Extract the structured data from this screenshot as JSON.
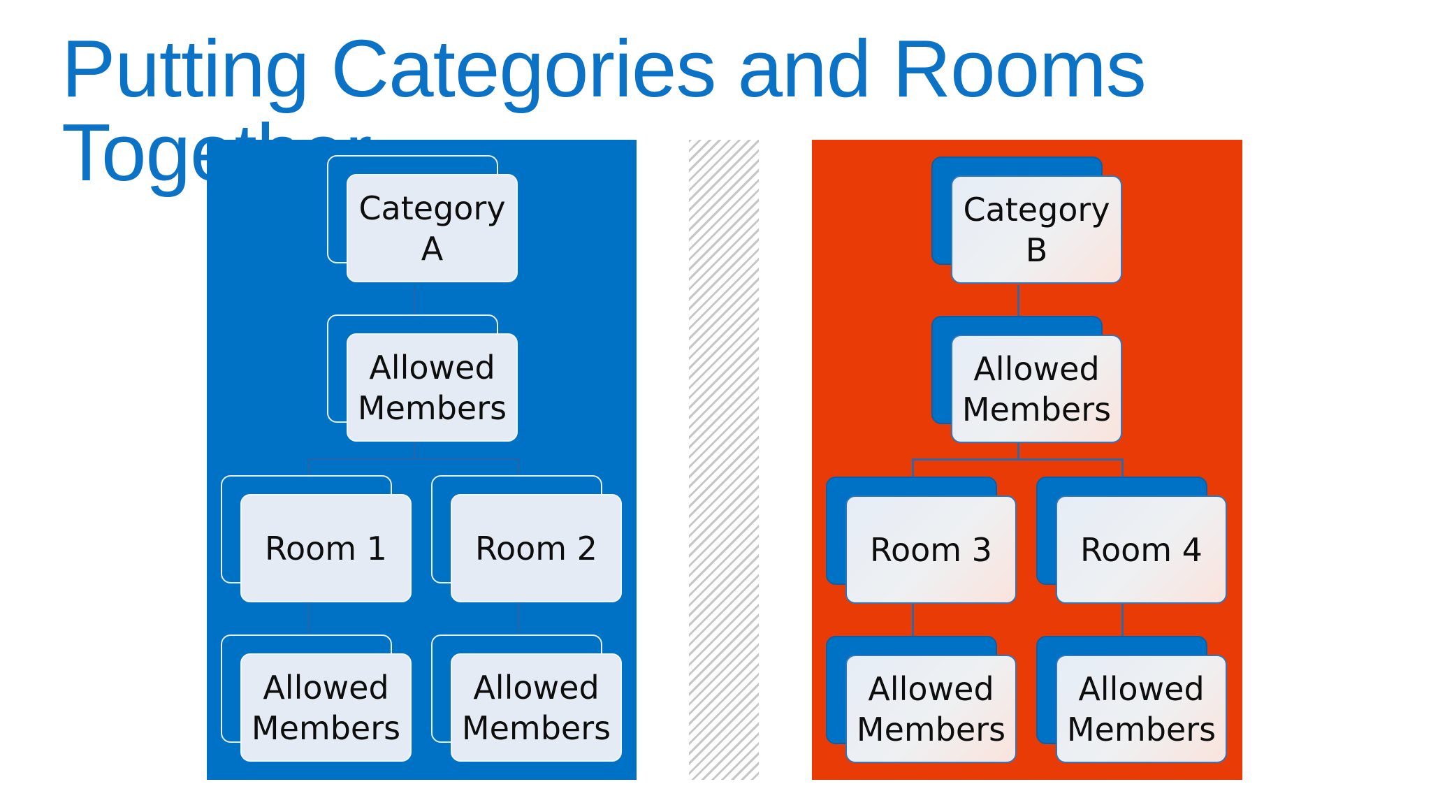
{
  "title": "Putting Categories and Rooms Together",
  "colors": {
    "title": "#0b72c6",
    "panel_left": "#0072c6",
    "panel_right": "#e83b05",
    "node_fill": "#e4ebf5",
    "divider_stripe": "#c6c6c6"
  },
  "left_tree": {
    "category": "Category\nA",
    "category_members": "Allowed\nMembers",
    "rooms": [
      {
        "label": "Room 1",
        "members": "Allowed\nMembers"
      },
      {
        "label": "Room 2",
        "members": "Allowed\nMembers"
      }
    ]
  },
  "right_tree": {
    "category": "Category\nB",
    "category_members": "Allowed\nMembers",
    "rooms": [
      {
        "label": "Room 3",
        "members": "Allowed\nMembers"
      },
      {
        "label": "Room 4",
        "members": "Allowed\nMembers"
      }
    ]
  }
}
